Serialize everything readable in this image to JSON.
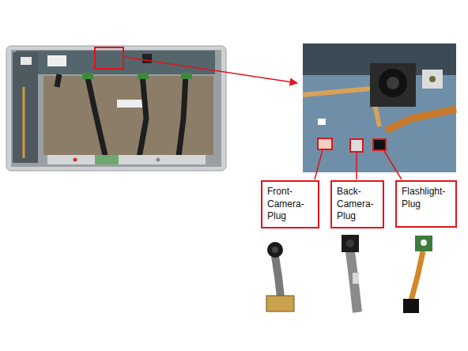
{
  "diagram": {
    "nodes": [
      {
        "text": [
          "Front- Camera- Plug"
        ]
      },
      {
        "text": [
          "Back- Camera- Plug"
        ]
      },
      {
        "text": [
          "Flashlight- Plug"
        ]
      }
    ]
  }
}
